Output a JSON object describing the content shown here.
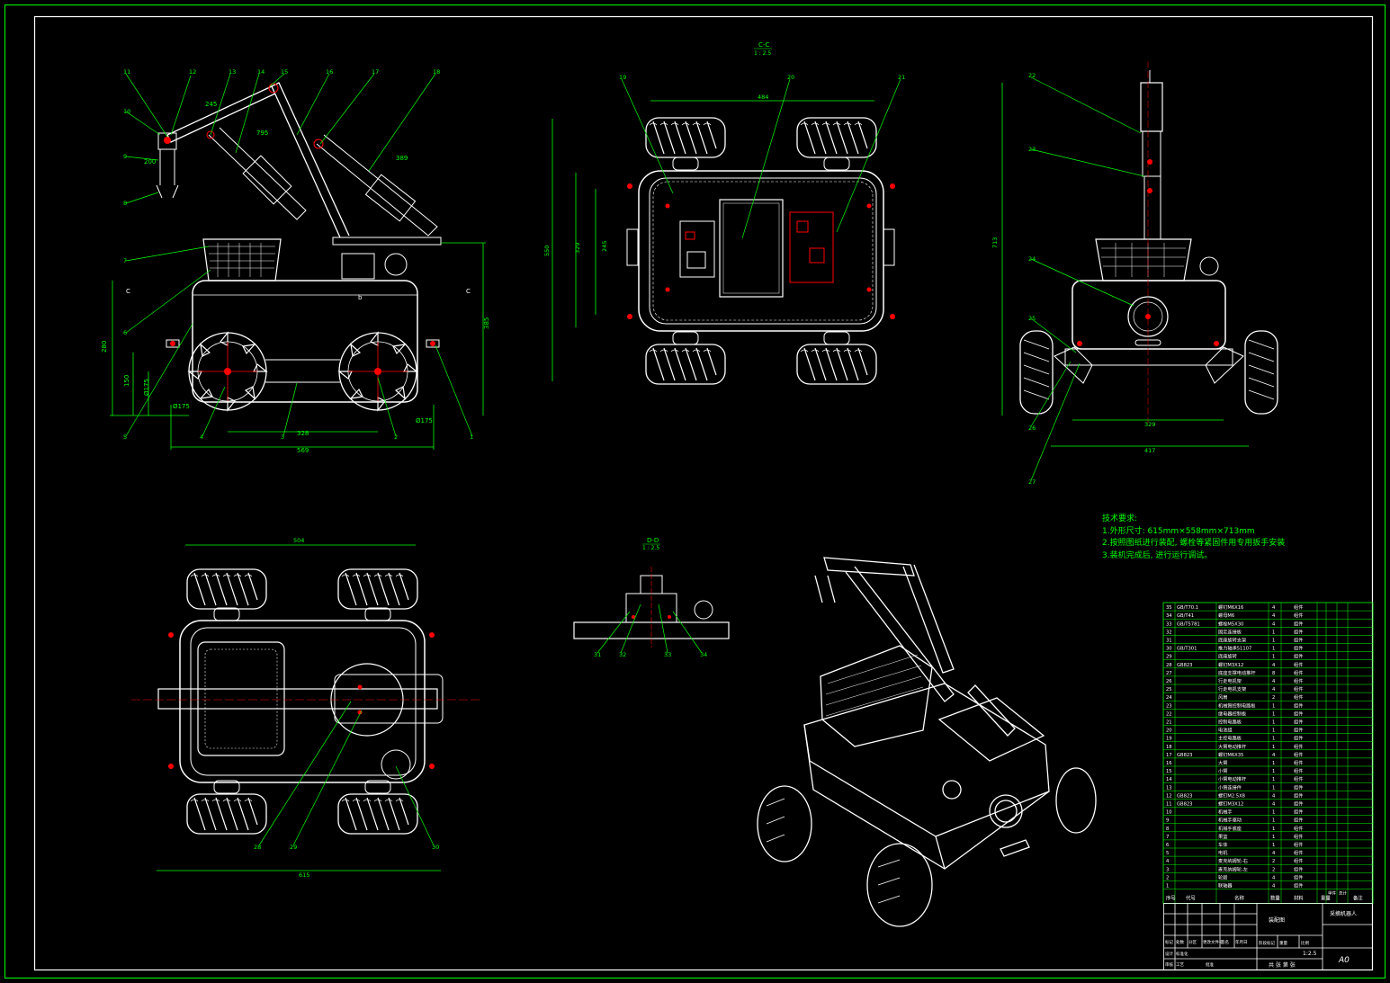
{
  "views": {
    "section_cc": {
      "title": "C-C",
      "scale": "1 : 2.5"
    },
    "section_dd": {
      "title": "D-D",
      "scale": "1 : 2.5"
    },
    "front_marks": [
      "b",
      "C",
      "C"
    ]
  },
  "dimensions": {
    "front": [
      "245",
      "795",
      "389",
      "200",
      "385",
      "280",
      "150",
      "Ø175",
      "328",
      "Ø175",
      "569"
    ],
    "top": [
      "484",
      "550",
      "329",
      "245"
    ],
    "side": [
      "713",
      "329",
      "417"
    ],
    "bottom": [
      "504",
      "615"
    ]
  },
  "balloons": {
    "front": [
      "11",
      "12",
      "13",
      "14",
      "15",
      "16",
      "17",
      "18",
      "10",
      "9",
      "8",
      "7",
      "6",
      "5",
      "4",
      "3",
      "2",
      "1"
    ],
    "top": [
      "19",
      "20",
      "21"
    ],
    "side": [
      "22",
      "23",
      "24",
      "25",
      "26",
      "27"
    ],
    "bottom": [
      "28",
      "29",
      "30"
    ],
    "section": [
      "31",
      "32",
      "33",
      "34"
    ]
  },
  "tech_requirements": {
    "title": "技术要求:",
    "items": [
      "1.外形尺寸: 615mm×558mm×713mm",
      "2.按照图纸进行装配, 螺栓等紧固件用专用扳手安装",
      "3.装机完成后, 进行运行调试。"
    ]
  },
  "bom": {
    "rows": [
      {
        "no": "35",
        "code": "GB/T70.1",
        "name": "螺钉M6X16",
        "qty": "4",
        "mat": "组件"
      },
      {
        "no": "34",
        "code": "GB/T41",
        "name": "螺母M6",
        "qty": "4",
        "mat": "组件"
      },
      {
        "no": "33",
        "code": "GB/T5781",
        "name": "螺栓M5X30",
        "qty": "4",
        "mat": "组件"
      },
      {
        "no": "32",
        "code": "",
        "name": "固定连接板",
        "qty": "1",
        "mat": "组件"
      },
      {
        "no": "31",
        "code": "",
        "name": "底座旋转支架",
        "qty": "1",
        "mat": "组件"
      },
      {
        "no": "30",
        "code": "GB/T301",
        "name": "推力轴承51107",
        "qty": "1",
        "mat": "组件"
      },
      {
        "no": "29",
        "code": "",
        "name": "底座旋转",
        "qty": "1",
        "mat": "组件"
      },
      {
        "no": "28",
        "code": "GB823",
        "name": "螺钉M3X12",
        "qty": "4",
        "mat": "组件"
      },
      {
        "no": "27",
        "code": "",
        "name": "底座支撑电动推杆",
        "qty": "8",
        "mat": "组件"
      },
      {
        "no": "26",
        "code": "",
        "name": "行走电机架",
        "qty": "4",
        "mat": "组件"
      },
      {
        "no": "25",
        "code": "",
        "name": "行走电机支架",
        "qty": "4",
        "mat": "组件"
      },
      {
        "no": "24",
        "code": "",
        "name": "风扇",
        "qty": "2",
        "mat": "组件"
      },
      {
        "no": "23",
        "code": "",
        "name": "机械臂控制电路板",
        "qty": "1",
        "mat": "组件"
      },
      {
        "no": "22",
        "code": "",
        "name": "继电器控制板",
        "qty": "1",
        "mat": "组件"
      },
      {
        "no": "21",
        "code": "",
        "name": "控制电路板",
        "qty": "1",
        "mat": "组件"
      },
      {
        "no": "20",
        "code": "",
        "name": "电池组",
        "qty": "1",
        "mat": "组件"
      },
      {
        "no": "19",
        "code": "",
        "name": "主控电路板",
        "qty": "1",
        "mat": "组件"
      },
      {
        "no": "18",
        "code": "",
        "name": "大臂电动推杆",
        "qty": "1",
        "mat": "组件"
      },
      {
        "no": "17",
        "code": "GB823",
        "name": "螺钉M6X35",
        "qty": "4",
        "mat": "组件"
      },
      {
        "no": "16",
        "code": "",
        "name": "大臂",
        "qty": "1",
        "mat": "组件"
      },
      {
        "no": "15",
        "code": "",
        "name": "小臂",
        "qty": "1",
        "mat": "组件"
      },
      {
        "no": "14",
        "code": "",
        "name": "小臂电动推杆",
        "qty": "1",
        "mat": "组件"
      },
      {
        "no": "13",
        "code": "",
        "name": "小臂连接件",
        "qty": "1",
        "mat": "组件"
      },
      {
        "no": "12",
        "code": "GB823",
        "name": "螺钉M2.5X8",
        "qty": "4",
        "mat": "组件"
      },
      {
        "no": "11",
        "code": "GB823",
        "name": "螺钉M3X12",
        "qty": "4",
        "mat": "组件"
      },
      {
        "no": "10",
        "code": "",
        "name": "机械手",
        "qty": "1",
        "mat": "组件"
      },
      {
        "no": "9",
        "code": "",
        "name": "机械手驱动",
        "qty": "1",
        "mat": "组件"
      },
      {
        "no": "8",
        "code": "",
        "name": "机械手底座",
        "qty": "1",
        "mat": "组件"
      },
      {
        "no": "7",
        "code": "",
        "name": "果篮",
        "qty": "1",
        "mat": "组件"
      },
      {
        "no": "6",
        "code": "",
        "name": "车体",
        "qty": "1",
        "mat": "组件"
      },
      {
        "no": "5",
        "code": "",
        "name": "电机",
        "qty": "4",
        "mat": "组件"
      },
      {
        "no": "4",
        "code": "",
        "name": "麦克纳姆轮-右",
        "qty": "2",
        "mat": "组件"
      },
      {
        "no": "3",
        "code": "",
        "name": "麦克纳姆轮-左",
        "qty": "2",
        "mat": "组件"
      },
      {
        "no": "2",
        "code": "",
        "name": "轮毂",
        "qty": "4",
        "mat": "组件"
      },
      {
        "no": "1",
        "code": "",
        "name": "联轴器",
        "qty": "4",
        "mat": "组件"
      }
    ],
    "header": {
      "no": "序号",
      "code": "代号",
      "name": "名称",
      "qty": "数量",
      "mat": "材料",
      "w1": "单件",
      "w2": "总计",
      "w": "重量",
      "note": "备注"
    }
  },
  "title_block": {
    "drawing_name": "采摘机器人",
    "company": "装配图",
    "labels": [
      "标记",
      "处数",
      "分区",
      "更改文件号",
      "签名",
      "年月日",
      "设计",
      "标准化",
      "审核",
      "工艺",
      "批准",
      "阶段标记",
      "重量",
      "比例"
    ],
    "scale": "1:2.5",
    "sheet": "共 张 第 张",
    "size": "A0"
  },
  "colors": {
    "line": "#ffffff",
    "annotation": "#00ff00",
    "mark": "#ff0000",
    "background": "#000000"
  }
}
